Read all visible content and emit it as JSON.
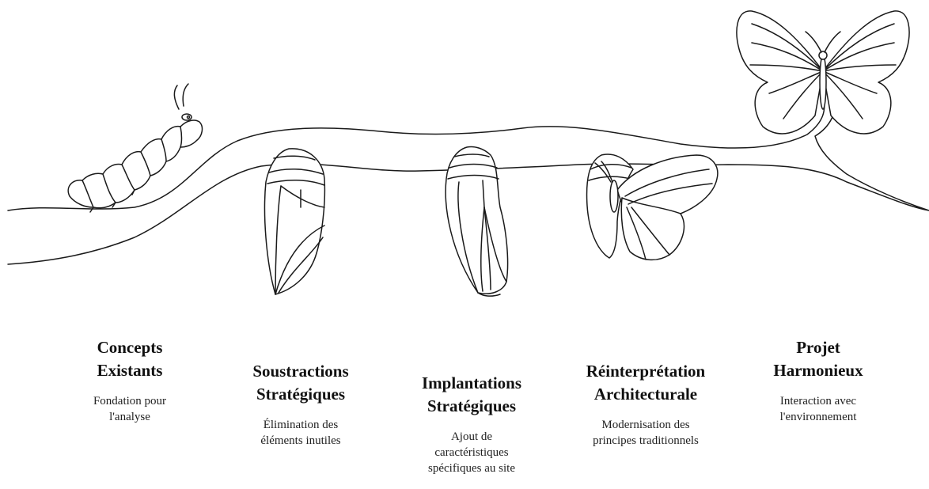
{
  "stages": [
    {
      "title_line1": "Concepts",
      "title_line2": "Existants",
      "desc_line1": "Fondation pour",
      "desc_line2": "l'analyse",
      "desc_line3": ""
    },
    {
      "title_line1": "Soustractions",
      "title_line2": "Stratégiques",
      "desc_line1": "Élimination des",
      "desc_line2": "éléments inutiles",
      "desc_line3": ""
    },
    {
      "title_line1": "Implantations",
      "title_line2": "Stratégiques",
      "desc_line1": "Ajout de",
      "desc_line2": "caractéristiques",
      "desc_line3": "spécifiques au site"
    },
    {
      "title_line1": "Réinterprétation",
      "title_line2": "Architecturale",
      "desc_line1": "Modernisation des",
      "desc_line2": "principes traditionnels",
      "desc_line3": ""
    },
    {
      "title_line1": "Projet",
      "title_line2": "Harmonieux",
      "desc_line1": "Interaction avec",
      "desc_line2": "l'environnement",
      "desc_line3": ""
    }
  ],
  "colors": {
    "line": "#1a1a1a",
    "background": "#ffffff",
    "text": "#111111"
  }
}
